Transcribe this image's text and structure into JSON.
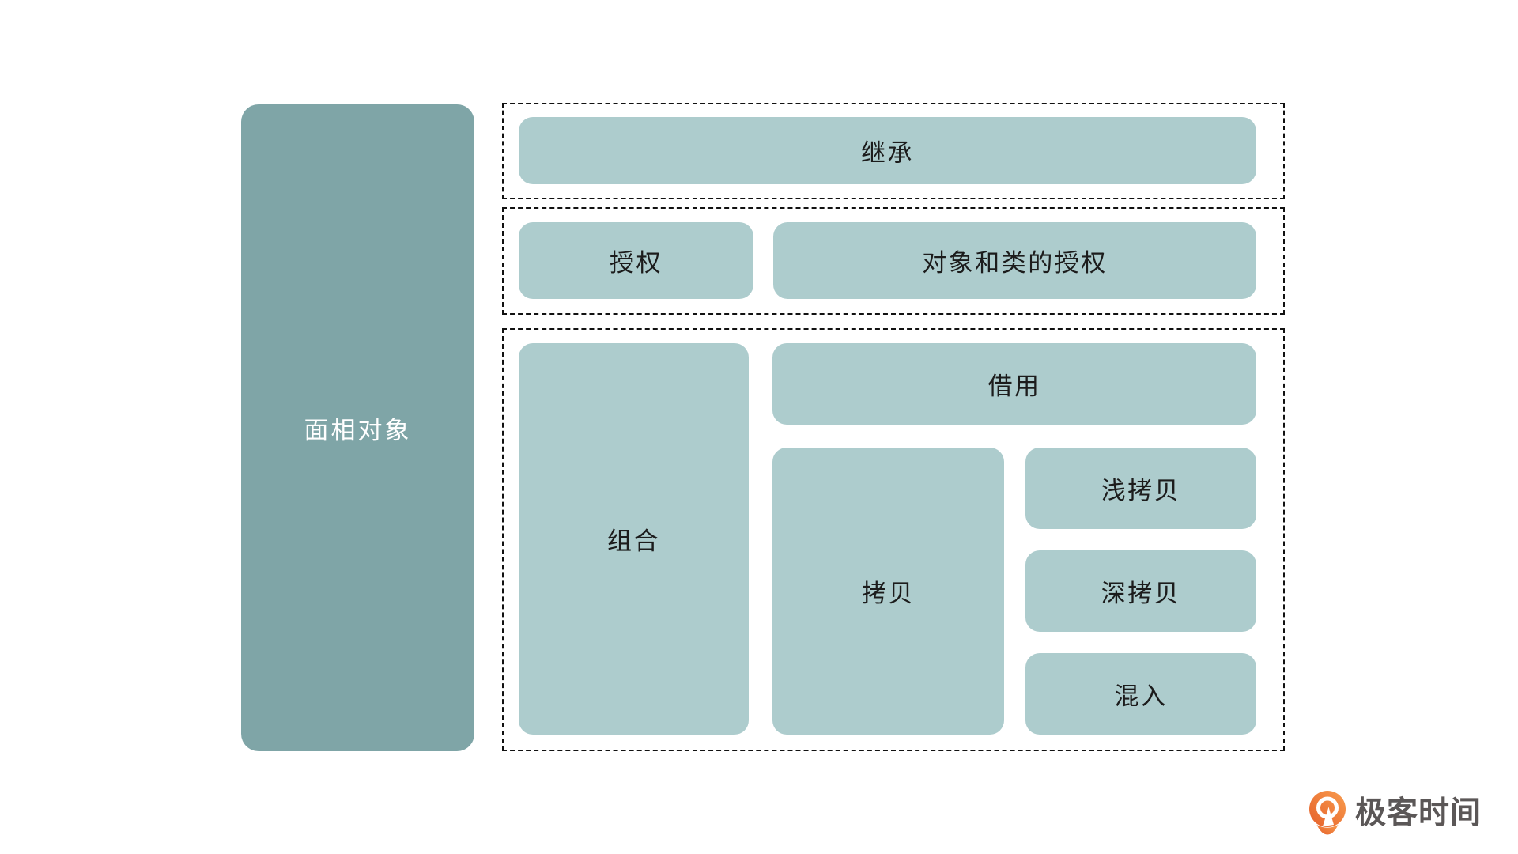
{
  "colors": {
    "root_fill": "#7fa5a7",
    "root_text": "#ffffff",
    "node_fill": "#adcccd",
    "node_text": "#1c1c1c",
    "dash_border": "#111111",
    "logo_orange_dark": "#e5602b",
    "logo_orange_light": "#f99d4e",
    "logo_text_color": "#5b5757"
  },
  "root_node": {
    "label": "面相对象"
  },
  "groups": {
    "inheritance": {
      "nodes": {
        "inheritance": "继承"
      }
    },
    "delegation": {
      "nodes": {
        "delegation": "授权",
        "class_object_delegation": "对象和类的授权"
      }
    },
    "composition": {
      "nodes": {
        "composition": "组合",
        "borrowing": "借用",
        "copy": "拷贝",
        "shallow_copy": "浅拷贝",
        "deep_copy": "深拷贝",
        "mixin": "混入"
      }
    }
  },
  "logo": {
    "text": "极客时间",
    "icon": "geektime-pin-q-icon"
  }
}
